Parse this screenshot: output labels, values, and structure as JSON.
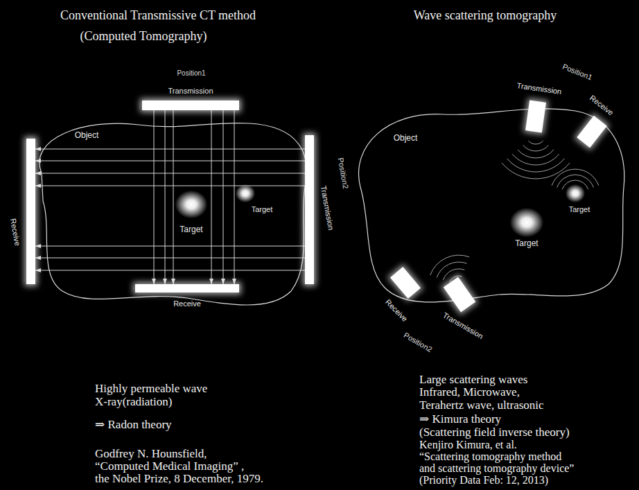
{
  "diagram": {
    "nodes": [
      {
        "text": [
          "Object"
        ]
      },
      {
        "text": [
          "Transmission"
        ]
      },
      {
        "text": [
          "Transmission"
        ]
      },
      {
        "text": [
          "Target"
        ],
        "in": 0
      },
      {
        "text": [
          "Target"
        ],
        "in": 0
      },
      {
        "text": [
          "Receive"
        ]
      },
      {
        "text": [
          "Receive"
        ]
      },
      {
        "text": [
          "Object"
        ]
      },
      {
        "text": [
          "Transmission"
        ]
      },
      {
        "text": [
          "Receive"
        ]
      },
      {
        "text": [
          "Target"
        ],
        "in": 7
      },
      {
        "text": [
          "Target"
        ],
        "in": 7
      },
      {
        "text": [
          "Receive"
        ]
      },
      {
        "text": [
          "Transmission"
        ]
      }
    ],
    "edges": [
      {
        "from": 1,
        "to": 6,
        "arrow": "to"
      },
      {
        "from": 1,
        "to": 6,
        "arrow": "to"
      },
      {
        "from": 1,
        "to": 6,
        "arrow": "to"
      },
      {
        "from": 1,
        "to": 6,
        "arrow": "to"
      },
      {
        "from": 1,
        "to": 6,
        "arrow": "to"
      },
      {
        "from": 1,
        "to": 6,
        "arrow": "to"
      },
      {
        "from": 2,
        "to": 5,
        "arrow": "to"
      },
      {
        "from": 2,
        "to": 5,
        "arrow": "to"
      },
      {
        "from": 2,
        "to": 5,
        "arrow": "to"
      },
      {
        "from": 2,
        "to": 5,
        "arrow": "to"
      },
      {
        "from": 2,
        "to": 5,
        "arrow": "to"
      },
      {
        "from": 2,
        "to": 5,
        "arrow": "to"
      },
      {
        "from": 2,
        "to": 5,
        "arrow": "to"
      }
    ],
    "labels": [
      "Conventional Transmissive CT method",
      "(Computed Tomography)",
      "Position1",
      "Position2",
      "Wave scattering tomography",
      "Position1",
      "Position2",
      "Highly permeable wave",
      "X-ray(radiation)",
      "⇒ Radon theory",
      "Godfrey N. Hounsfield,",
      "“Computed Medical Imaging” ,",
      "the Nobel Prize, 8 December, 1979.",
      "Large scattering waves",
      "Infrared, Microwave,",
      "Terahertz wave, ultrasonic",
      "⇒ Kimura theory",
      "(Scattering field inverse theory)",
      "Kenjiro Kimura, et al.",
      "“Scattering tomography method",
      "and scattering tomography device”",
      "(Priority Data Feb: 12, 2013)"
    ]
  }
}
